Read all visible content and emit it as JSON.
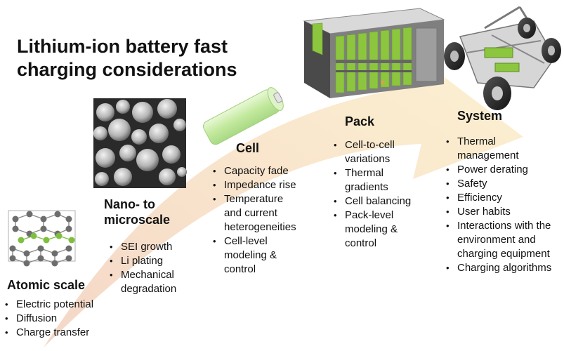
{
  "title": {
    "line1": "Lithium-ion battery fast",
    "line2": "charging considerations"
  },
  "stages": {
    "atomic": {
      "heading": "Atomic scale",
      "bullets": [
        "Electric potential",
        "Diffusion",
        "Charge transfer"
      ]
    },
    "nano": {
      "heading_line1": "Nano- to",
      "heading_line2": "microscale",
      "bullets": [
        [
          "SEI growth"
        ],
        [
          "Li plating"
        ],
        [
          "Mechanical",
          "degradation"
        ]
      ]
    },
    "cell": {
      "heading": "Cell",
      "bullets": [
        [
          "Capacity fade"
        ],
        [
          "Impedance rise"
        ],
        [
          "Temperature",
          "and current",
          "heterogeneities"
        ],
        [
          "Cell-level",
          "modeling &",
          "control"
        ]
      ]
    },
    "pack": {
      "heading": "Pack",
      "bullets": [
        [
          "Cell-to-cell",
          "variations"
        ],
        [
          "Thermal",
          "gradients"
        ],
        [
          "Cell balancing"
        ],
        [
          "Pack-level",
          "modeling &",
          "control"
        ]
      ]
    },
    "system": {
      "heading": "System",
      "bullets": [
        [
          "Thermal",
          "management"
        ],
        [
          "Power derating"
        ],
        [
          "Safety"
        ],
        [
          "Efficiency"
        ],
        [
          "User habits"
        ],
        [
          "Interactions with the",
          "environment and",
          "charging equipment"
        ],
        [
          "Charging algorithms"
        ]
      ]
    }
  },
  "colors": {
    "arrow_start": "#f6dcc8",
    "arrow_mid": "#f8e6c6",
    "arrow_end": "#fbeec8",
    "cell_green": "#c7eba0",
    "pack_green": "#8cc63f",
    "molecule_grey": "#6d6d6d",
    "molecule_green": "#7fbf3f"
  }
}
